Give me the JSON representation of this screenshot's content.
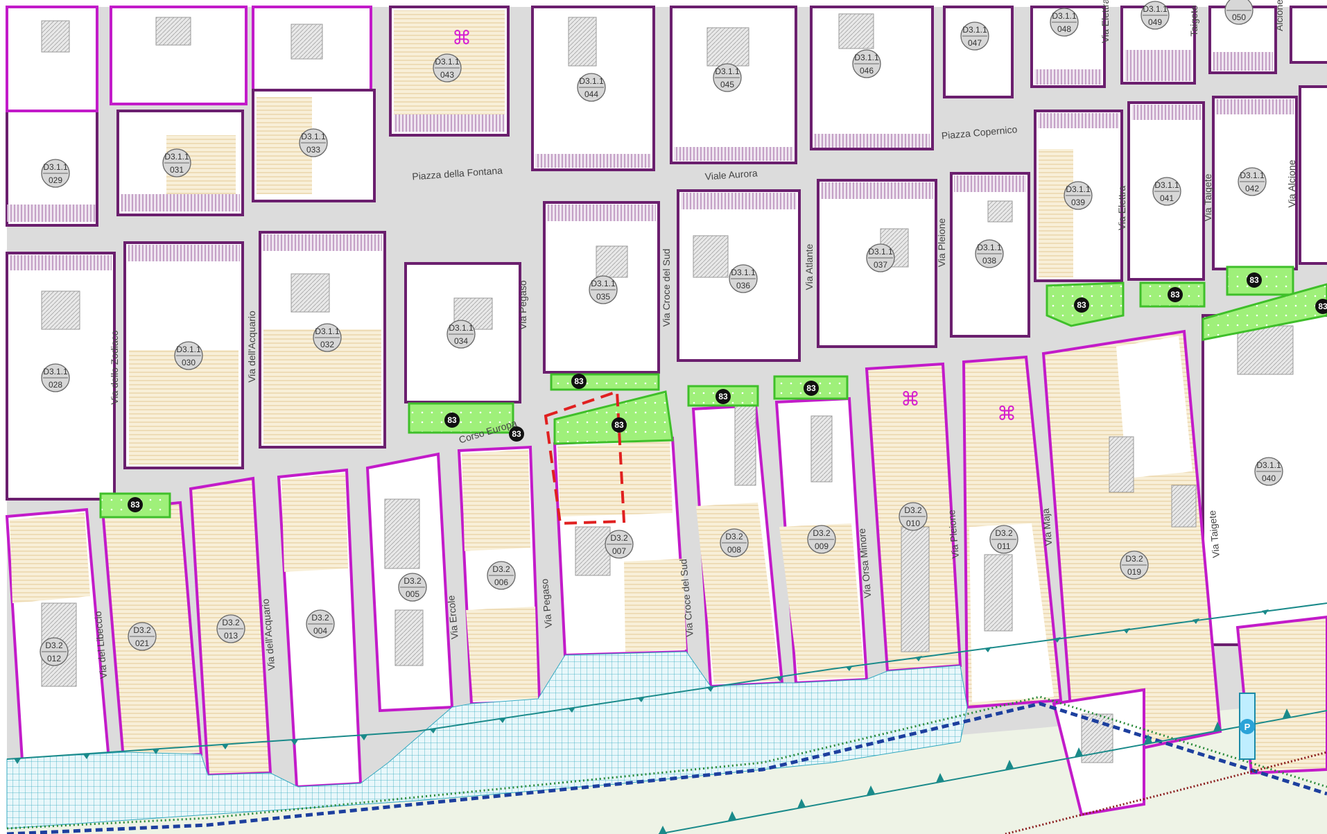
{
  "map": {
    "colors": {
      "road": "#dcdcdc",
      "block_outline_purple": "#6b1f6e",
      "block_outline_magenta": "#c21bc9",
      "hatch_yellow": "#e8c98a",
      "green_space": "#7ee24f",
      "water_hatch": "#2aa7b5",
      "park_bg": "#eef3e6",
      "boundary_blue": "#1d3f9e",
      "boundary_red": "#e02020",
      "triangle_teal": "#1a8a8a"
    },
    "streets": [
      {
        "id": "piazza-della-fontana",
        "label": "Piazza della Fontana"
      },
      {
        "id": "viale-aurora",
        "label": "Viale Aurora"
      },
      {
        "id": "piazza-copernico",
        "label": "Piazza Copernico"
      },
      {
        "id": "corso-europa",
        "label": "Corso Europa"
      },
      {
        "id": "via-dello-zodiaco",
        "label": "Via dello Zodiaco"
      },
      {
        "id": "via-dell-acquario-n",
        "label": "Via dell'Acquario"
      },
      {
        "id": "via-pegaso-n",
        "label": "Via Pegaso"
      },
      {
        "id": "via-croce-del-sud-n",
        "label": "Via Croce del Sud"
      },
      {
        "id": "via-atlante",
        "label": "Via Atlante"
      },
      {
        "id": "via-pleione-n",
        "label": "Via Pleione"
      },
      {
        "id": "via-elettra-n",
        "label": "Via Elettra"
      },
      {
        "id": "via-taigete-n",
        "label": "Via Taigete"
      },
      {
        "id": "via-alcione",
        "label": "Via Alcione"
      },
      {
        "id": "via-del-libeccio",
        "label": "Via del Libeccio"
      },
      {
        "id": "via-dell-acquario-s",
        "label": "Via dell'Acquario"
      },
      {
        "id": "via-ercole",
        "label": "Via Ercole"
      },
      {
        "id": "via-pegaso-s",
        "label": "Via Pegaso"
      },
      {
        "id": "via-croce-del-sud-s",
        "label": "Via Croce del Sud"
      },
      {
        "id": "via-orsa-minore",
        "label": "Via Orsa Minore"
      },
      {
        "id": "via-pleione-s",
        "label": "Via Pleione"
      },
      {
        "id": "via-maja",
        "label": "Via Maja"
      },
      {
        "id": "via-taigete-s",
        "label": "Via Taigete"
      },
      {
        "id": "via-elettra-top",
        "label": "Via Elettra"
      },
      {
        "id": "via-taigete-top",
        "label": "Taigete"
      },
      {
        "id": "via-alcione-top",
        "label": "Alcione"
      }
    ],
    "zones": [
      {
        "code": "D3.1.1",
        "num": "029"
      },
      {
        "code": "D3.1.1",
        "num": "031"
      },
      {
        "code": "D3.1.1",
        "num": "033"
      },
      {
        "code": "D3.1.1",
        "num": "043"
      },
      {
        "code": "D3.1.1",
        "num": "044"
      },
      {
        "code": "D3.1.1",
        "num": "045"
      },
      {
        "code": "D3.1.1",
        "num": "046"
      },
      {
        "code": "D3.1.1",
        "num": "047"
      },
      {
        "code": "D3.1.1",
        "num": "048"
      },
      {
        "code": "D3.1.1",
        "num": "049"
      },
      {
        "code": "",
        "num": "050"
      },
      {
        "code": "D3.1.1",
        "num": "039"
      },
      {
        "code": "D3.1.1",
        "num": "041"
      },
      {
        "code": "D3.1.1",
        "num": "042"
      },
      {
        "code": "D3.1.1",
        "num": "028"
      },
      {
        "code": "D3.1.1",
        "num": "030"
      },
      {
        "code": "D3.1.1",
        "num": "032"
      },
      {
        "code": "D3.1.1",
        "num": "034"
      },
      {
        "code": "D3.1.1",
        "num": "035"
      },
      {
        "code": "D3.1.1",
        "num": "036"
      },
      {
        "code": "D3.1.1",
        "num": "037"
      },
      {
        "code": "D3.1.1",
        "num": "038"
      },
      {
        "code": "D3.1.1",
        "num": "040"
      },
      {
        "code": "D3.2",
        "num": "012"
      },
      {
        "code": "D3.2",
        "num": "021"
      },
      {
        "code": "D3.2",
        "num": "013"
      },
      {
        "code": "D3.2",
        "num": "004"
      },
      {
        "code": "D3.2",
        "num": "005"
      },
      {
        "code": "D3.2",
        "num": "006"
      },
      {
        "code": "D3.2",
        "num": "007"
      },
      {
        "code": "D3.2",
        "num": "008"
      },
      {
        "code": "D3.2",
        "num": "009"
      },
      {
        "code": "D3.2",
        "num": "010"
      },
      {
        "code": "D3.2",
        "num": "011"
      },
      {
        "code": "D3.2",
        "num": "019"
      }
    ],
    "green_marker_label": "83",
    "heritage_symbol": "⌘",
    "parking_symbol": "P"
  }
}
